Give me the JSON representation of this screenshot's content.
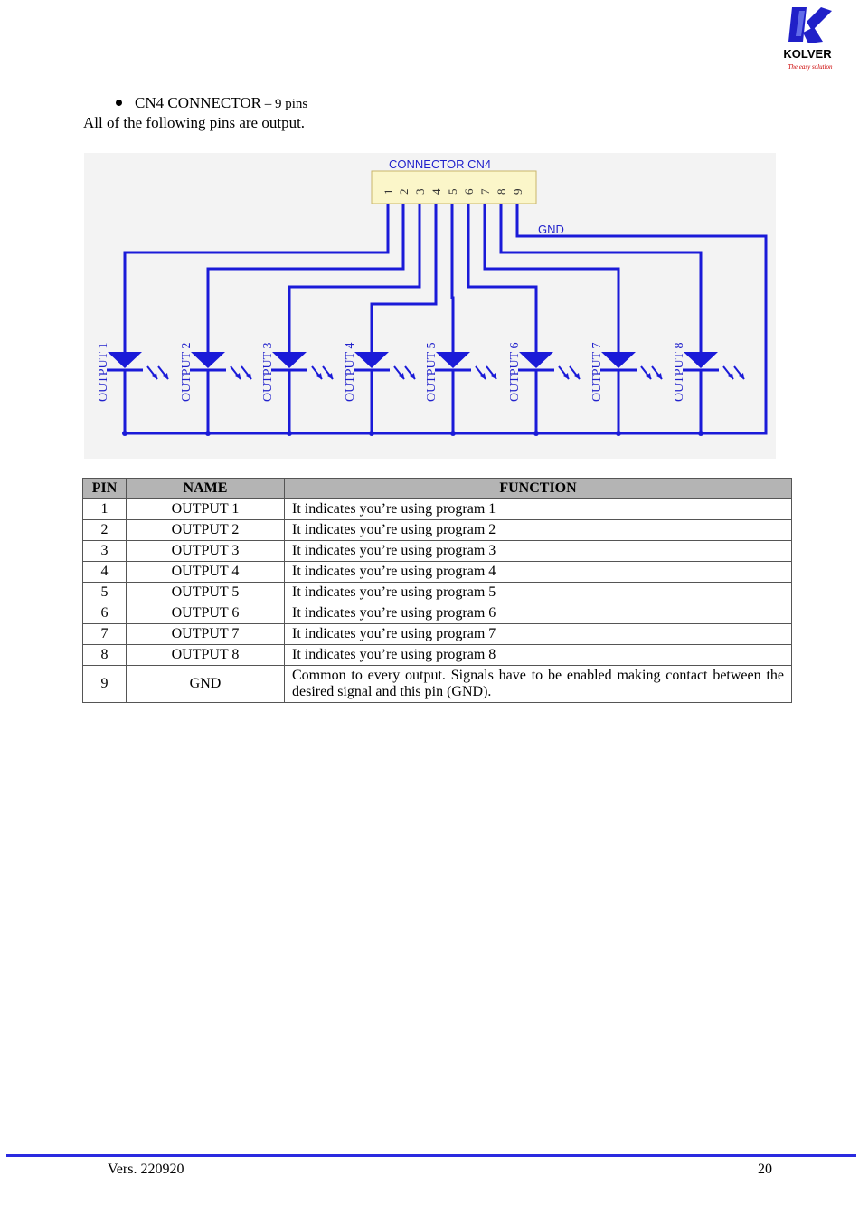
{
  "logo": {
    "brand": "KOLVER",
    "tagline": "The easy solution"
  },
  "section": {
    "bullet_title": "CN4 CONNECTOR",
    "bullet_suffix": " – 9 pins",
    "intro": "All of the following pins are output."
  },
  "diagram": {
    "connector_label": "CONNECTOR CN4",
    "pin_numbers": [
      "1",
      "2",
      "3",
      "4",
      "5",
      "6",
      "7",
      "8",
      "9"
    ],
    "gnd_label": "GND",
    "outputs": [
      "OUTPUT 1",
      "OUTPUT 2",
      "OUTPUT 3",
      "OUTPUT 4",
      "OUTPUT 5",
      "OUTPUT 6",
      "OUTPUT 7",
      "OUTPUT 8"
    ]
  },
  "table": {
    "headers": [
      "PIN",
      "NAME",
      "FUNCTION"
    ],
    "rows": [
      [
        "1",
        "OUTPUT 1",
        "It indicates you’re using program 1"
      ],
      [
        "2",
        "OUTPUT 2",
        "It indicates you’re using program 2"
      ],
      [
        "3",
        "OUTPUT 3",
        "It indicates you’re using program 3"
      ],
      [
        "4",
        "OUTPUT 4",
        "It indicates you’re using program 4"
      ],
      [
        "5",
        "OUTPUT 5",
        "It indicates you’re using program 5"
      ],
      [
        "6",
        "OUTPUT 6",
        "It indicates you’re using program 6"
      ],
      [
        "7",
        "OUTPUT 7",
        "It indicates you’re using program 7"
      ],
      [
        "8",
        "OUTPUT 8",
        "It indicates you’re using program 8"
      ],
      [
        "9",
        "GND",
        "Common to every output. Signals have to be enabled making contact between the desired signal and this pin (GND)."
      ]
    ]
  },
  "footer": {
    "version": "Vers. 220920",
    "page": "20"
  },
  "colors": {
    "wire": "#1a1ad8",
    "connector_fill": "#fbf6c9",
    "footer_rule": "#2a2ae0",
    "header_fill": "#b4b4b4"
  }
}
